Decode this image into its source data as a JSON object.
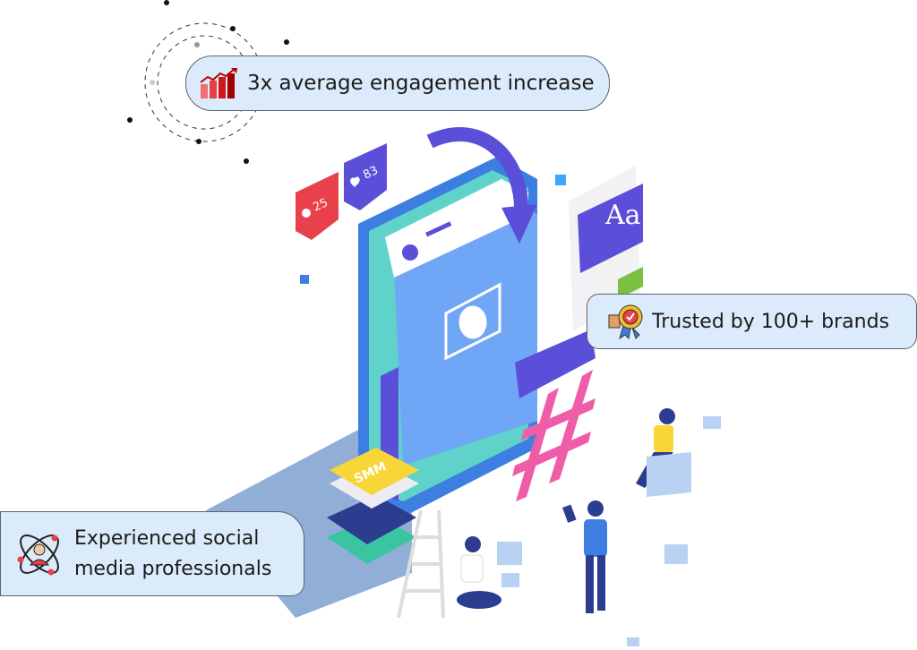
{
  "badges": [
    {
      "text": "3x average engagement increase",
      "icon": "growth-chart-icon"
    },
    {
      "text": "Trusted by 100+ brands",
      "icon": "award-thumbs-up-icon"
    },
    {
      "line1": "Experienced social",
      "line2": "media professionals",
      "icon": "professional-atom-icon"
    }
  ],
  "illustration": {
    "followers_count": "25",
    "likes_count": "83",
    "smm_label": "SMM",
    "doc_heading": "Aa"
  },
  "colors": {
    "badge_bg": "#dcebfb",
    "phone_blue": "#3d7fe0",
    "purple": "#5b4fd9",
    "red": "#e8414b",
    "pink": "#ef5da8",
    "yellow": "#f8d637"
  }
}
